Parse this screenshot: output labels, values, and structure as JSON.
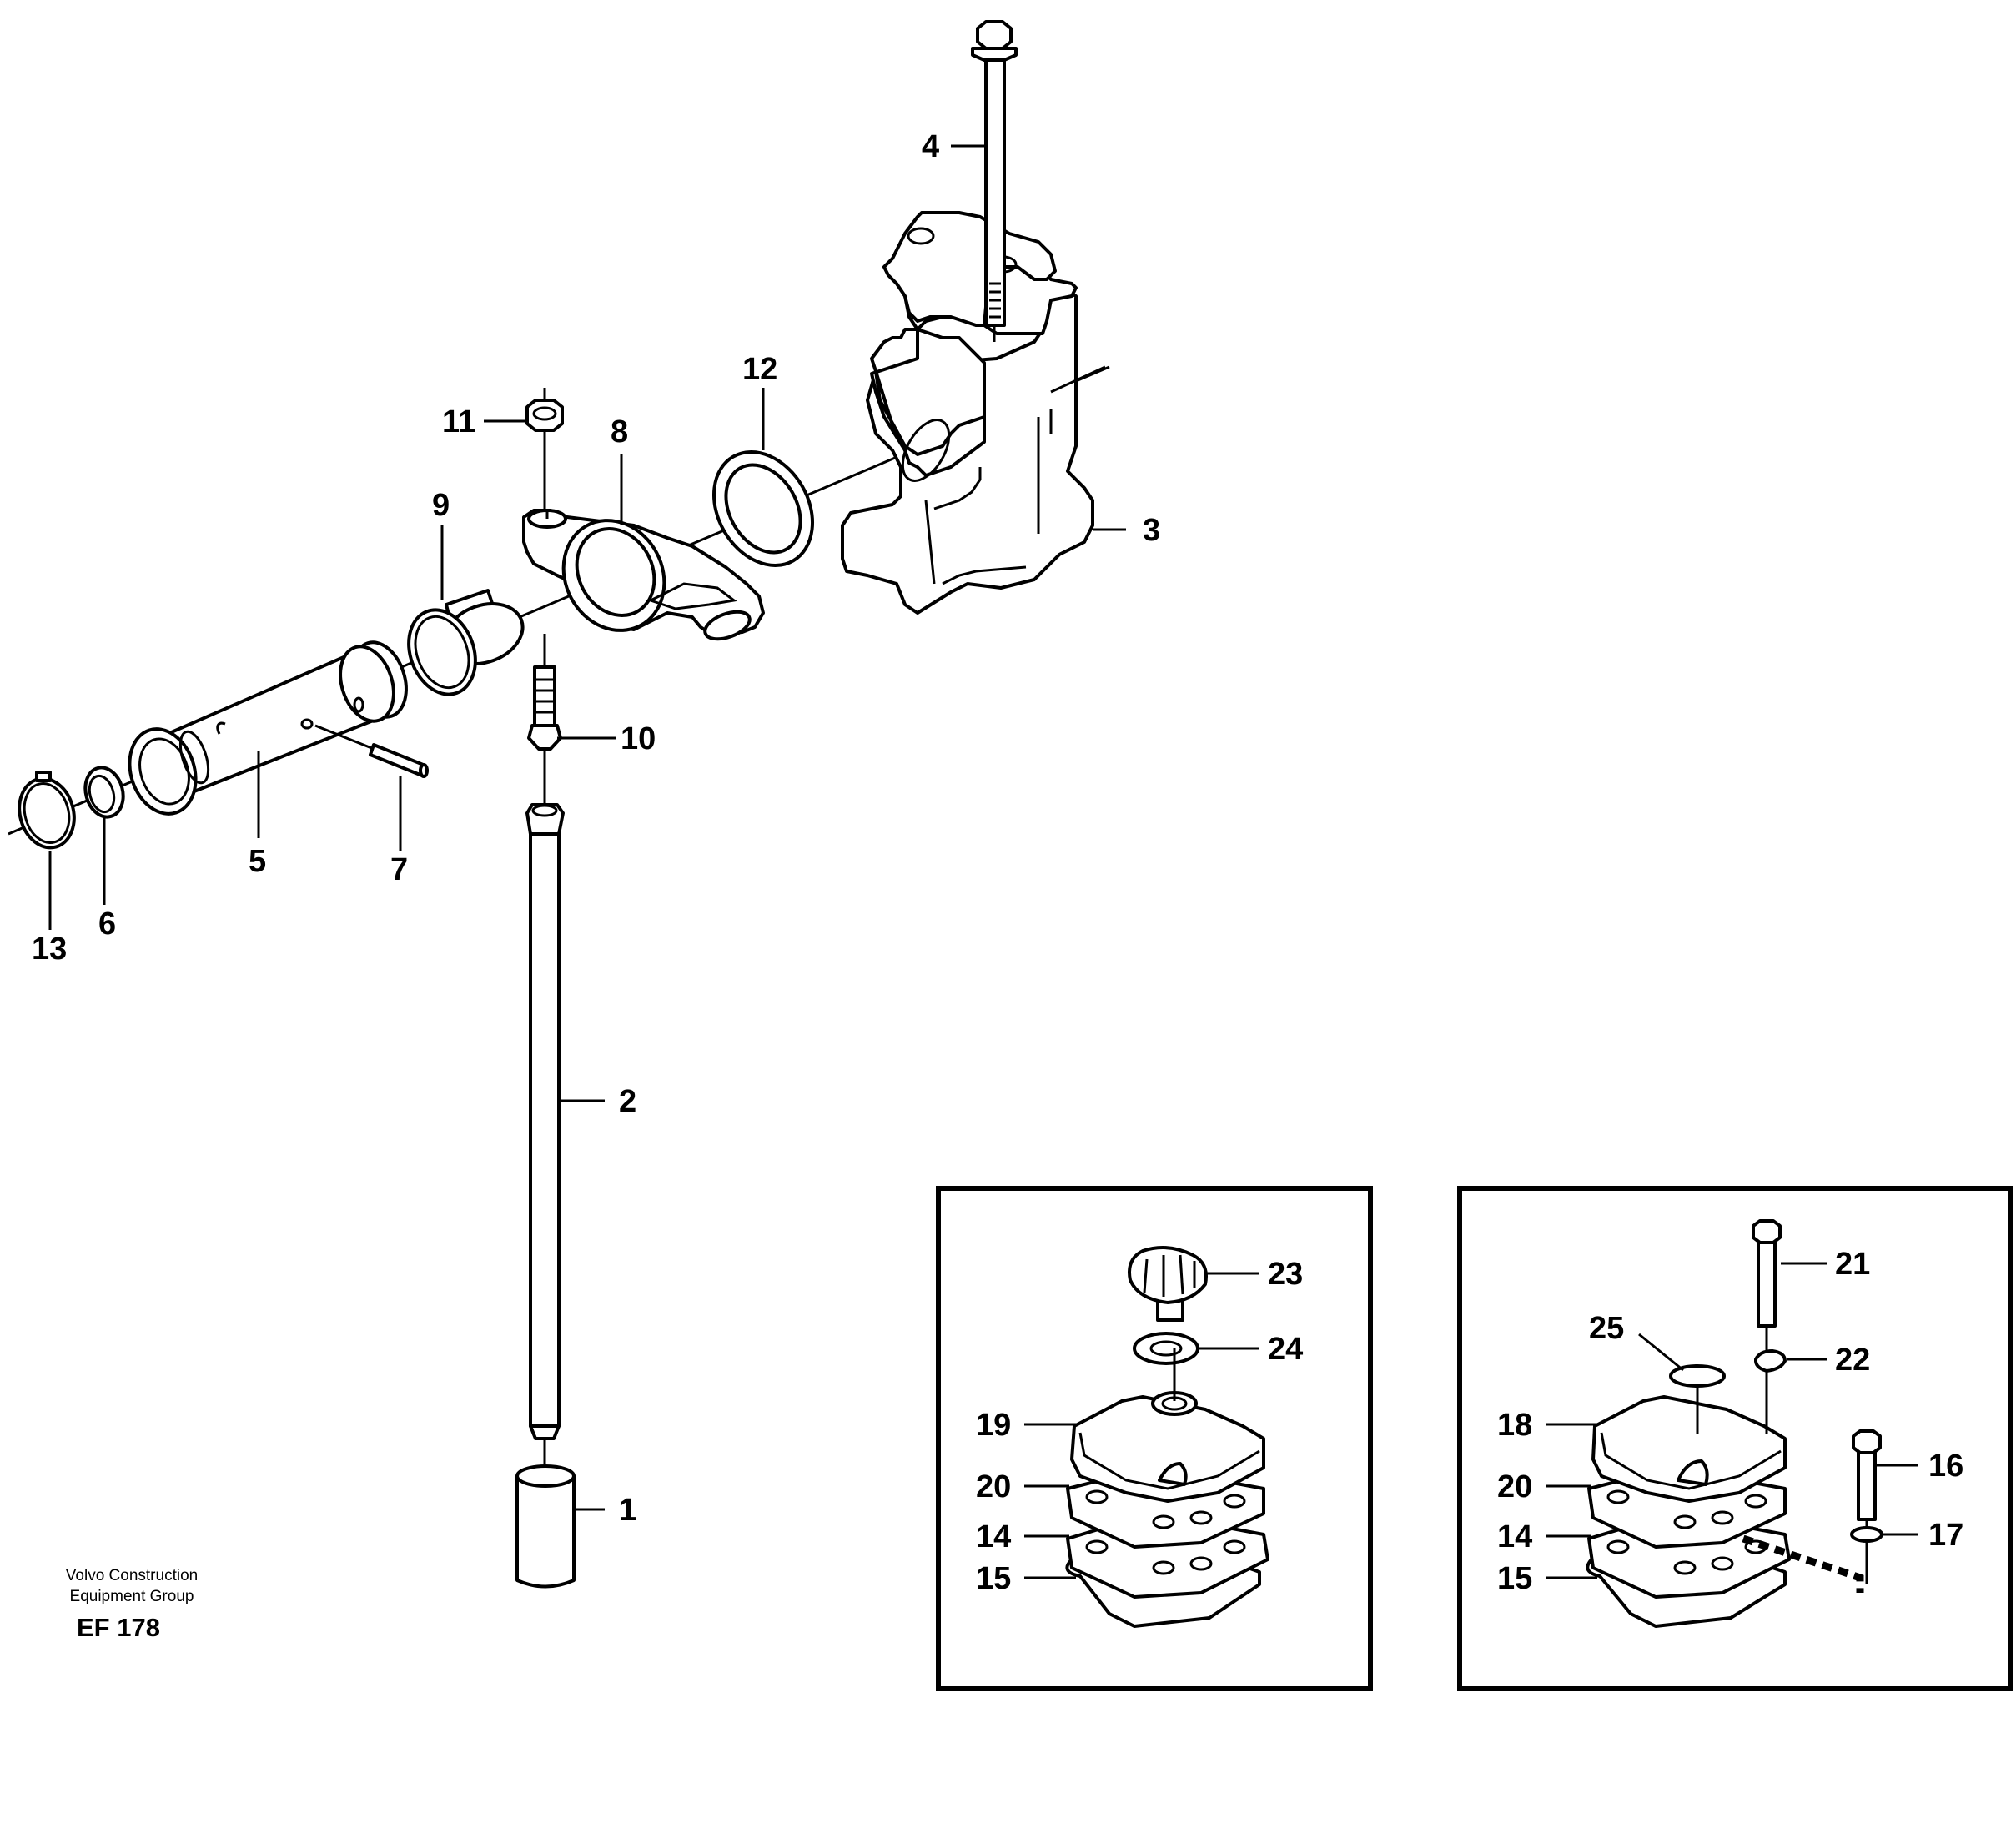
{
  "labels": {
    "p1": "1",
    "p2": "2",
    "p3": "3",
    "p4": "4",
    "p5": "5",
    "p6": "6",
    "p7": "7",
    "p8": "8",
    "p9": "9",
    "p10": "10",
    "p11": "11",
    "p12": "12",
    "p13": "13",
    "p14a": "14",
    "p15a": "15",
    "p19": "19",
    "p20a": "20",
    "p23": "23",
    "p24": "24",
    "p14b": "14",
    "p15b": "15",
    "p16": "16",
    "p17": "17",
    "p18": "18",
    "p20b": "20",
    "p21": "21",
    "p22": "22",
    "p25": "25"
  },
  "footer": {
    "company_line1": "Volvo Construction",
    "company_line2": "Equipment Group",
    "figure_code": "EF 178"
  }
}
